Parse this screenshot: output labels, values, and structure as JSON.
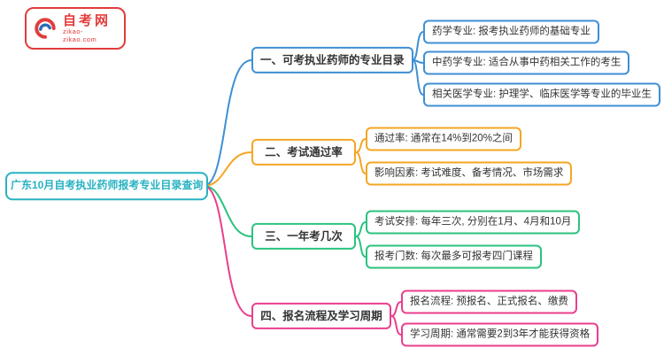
{
  "logo": {
    "title": "自考网",
    "subtitle": "zikao-zikao.com",
    "brand_color": "#e23c3c",
    "icon_secondary_color": "#2b6cb8"
  },
  "root": {
    "label": "广东10月自考执业药师报考专业目录查询",
    "color": "#28b2c1"
  },
  "branches": [
    {
      "label": "一、可考执业药师的专业目录",
      "color": "#3f8fd4",
      "children": [
        {
          "label": "药学专业: 报考执业药师的基础专业"
        },
        {
          "label": "中药学专业: 适合从事中药相关工作的考生"
        },
        {
          "label": "相关医学专业: 护理学、临床医学等专业的毕业生"
        }
      ]
    },
    {
      "label": "二、考试通过率",
      "color": "#f5a623",
      "children": [
        {
          "label": "通过率: 通常在14%到20%之间"
        },
        {
          "label": "影响因素: 考试难度、备考情况、市场需求"
        }
      ]
    },
    {
      "label": "三、一年考几次",
      "color": "#2bc27e",
      "children": [
        {
          "label": "考试安排: 每年三次, 分别在1月、4月和10月"
        },
        {
          "label": "报考门数: 每次最多可报考四门课程"
        }
      ]
    },
    {
      "label": "四、报名流程及学习周期",
      "color": "#ea3e8d",
      "children": [
        {
          "label": "报名流程: 预报名、正式报名、缴费"
        },
        {
          "label": "学习周期: 通常需要2到3年才能获得资格"
        }
      ]
    }
  ]
}
